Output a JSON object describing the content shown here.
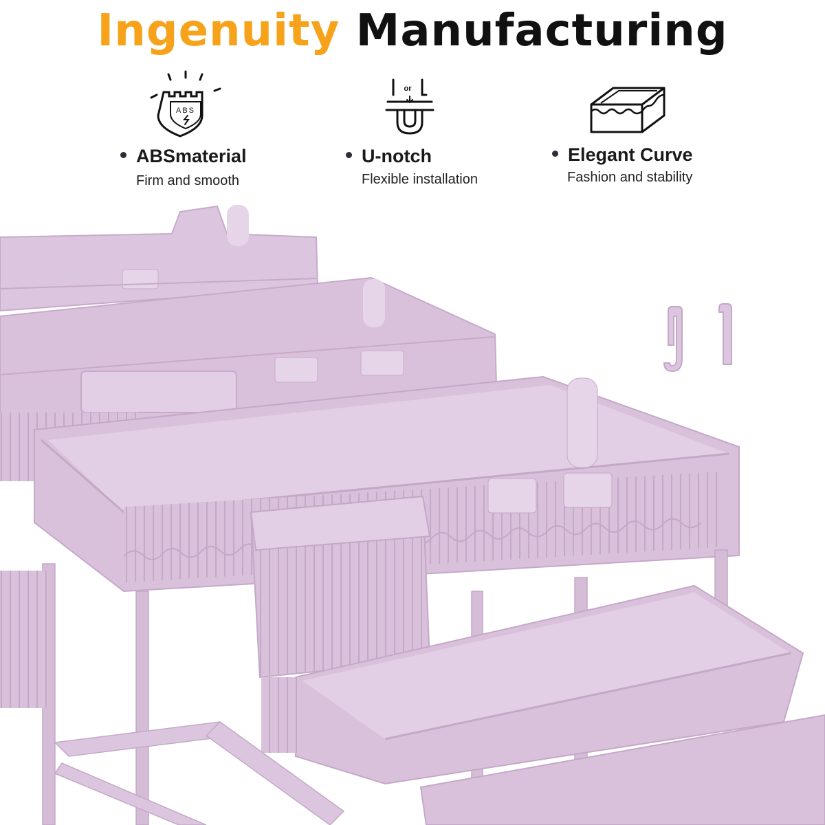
{
  "headline": {
    "accent": "Ingenuity",
    "rest": "Manufacturing"
  },
  "features": [
    {
      "icon": "abs-shield-icon",
      "icon_text": "ABS",
      "title": "ABSmaterial",
      "subtitle": "Firm and smooth"
    },
    {
      "icon": "u-notch-icon",
      "icon_text": "or",
      "title": "U-notch",
      "subtitle": "Flexible installation"
    },
    {
      "icon": "curved-box-icon",
      "title": "Elegant Curve",
      "subtitle": "Fashion and stability"
    }
  ],
  "product": {
    "color": "#D9C1DB",
    "shade": "#C9AECC",
    "highlight": "#E9D8EA"
  },
  "colors": {
    "accent": "#F7A21B",
    "text": "#111111"
  }
}
